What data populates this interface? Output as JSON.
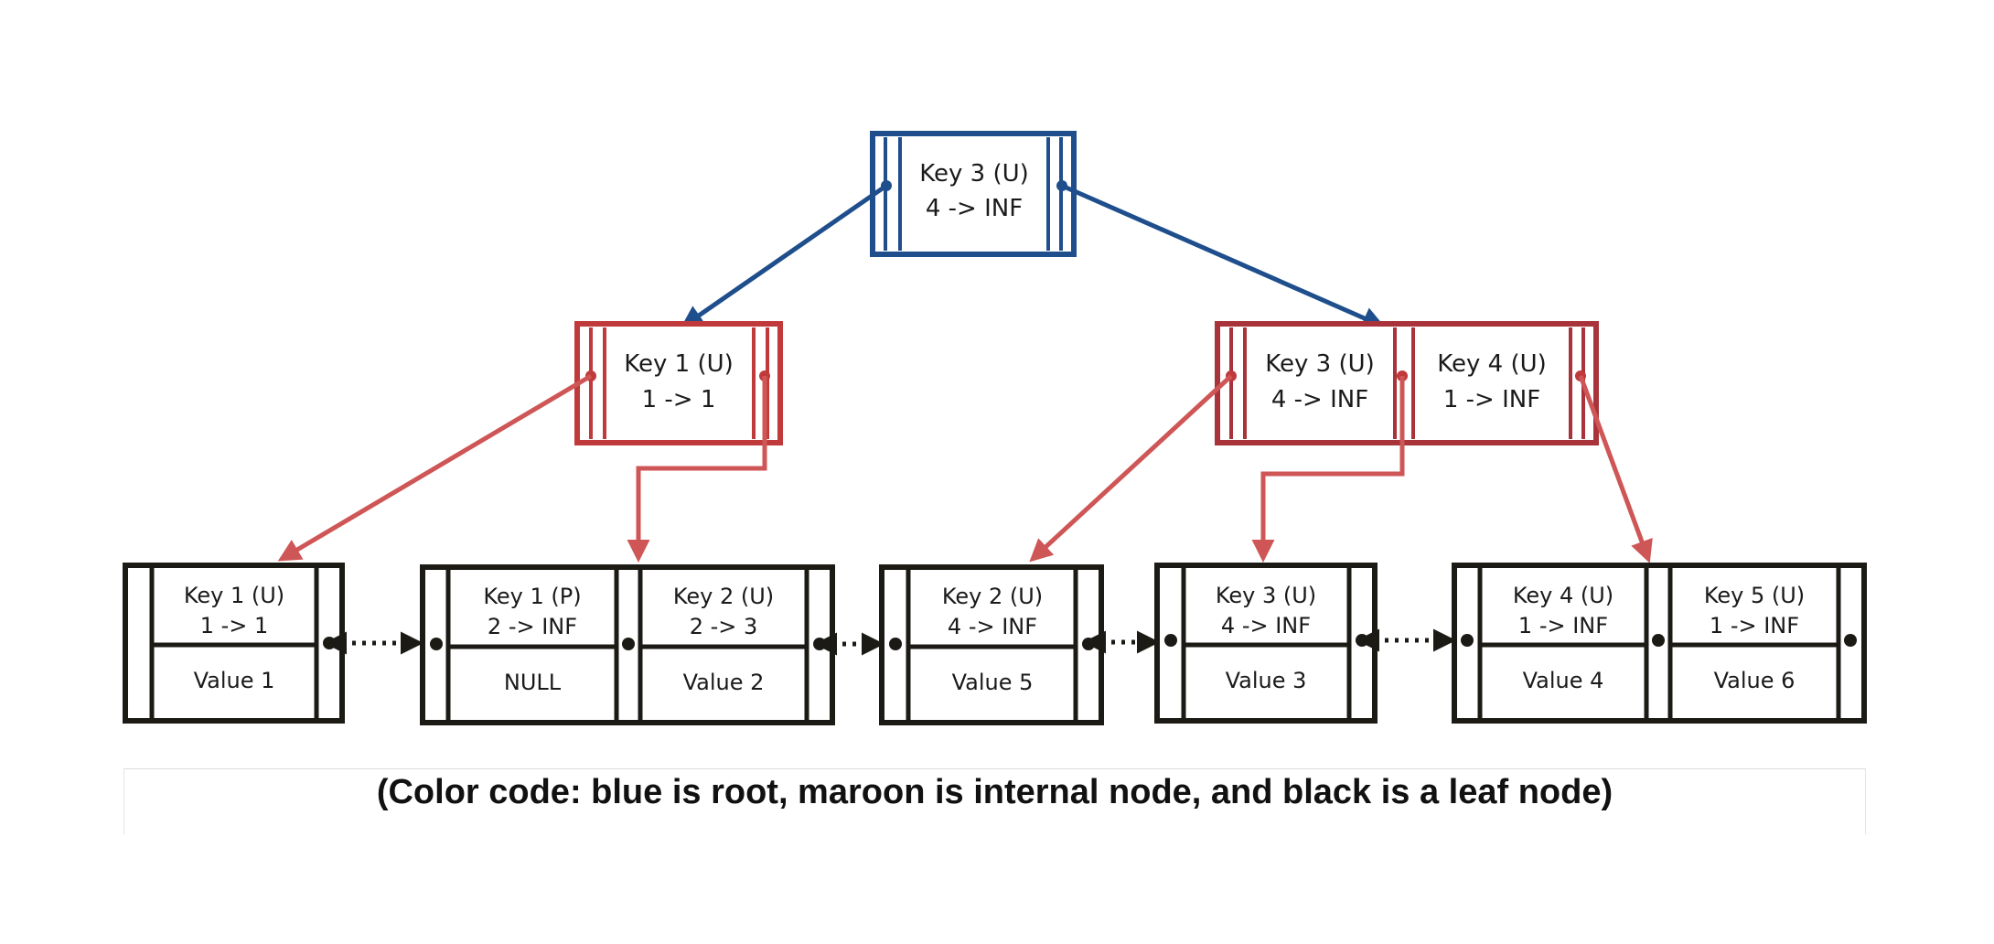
{
  "colors": {
    "root": "#1f4e8c",
    "internal": "#c0393b",
    "internal_dark": "#a8333a",
    "leaf": "#1c1a14",
    "arrow_internal": "#cf5656"
  },
  "root": {
    "key": "Key 3 (U)",
    "range": "4 -> INF"
  },
  "internal_left": {
    "key": "Key 1 (U)",
    "range": "1 -> 1"
  },
  "internal_right": {
    "entries": [
      {
        "key": "Key 3 (U)",
        "range": "4 -> INF"
      },
      {
        "key": "Key 4 (U)",
        "range": "1 -> INF"
      }
    ]
  },
  "leaves": [
    {
      "entries": [
        {
          "key": "Key 1 (U)",
          "range": "1 -> 1",
          "value": "Value 1"
        }
      ]
    },
    {
      "entries": [
        {
          "key": "Key 1 (P)",
          "range": "2 -> INF",
          "value": "NULL"
        },
        {
          "key": "Key 2 (U)",
          "range": "2 -> 3",
          "value": "Value 2"
        }
      ]
    },
    {
      "entries": [
        {
          "key": "Key 2 (U)",
          "range": "4 -> INF",
          "value": "Value 5"
        }
      ]
    },
    {
      "entries": [
        {
          "key": "Key 3 (U)",
          "range": "4 -> INF",
          "value": "Value 3"
        }
      ]
    },
    {
      "entries": [
        {
          "key": "Key 4 (U)",
          "range": "1 -> INF",
          "value": "Value 4"
        },
        {
          "key": "Key 5 (U)",
          "range": "1 -> INF",
          "value": "Value 6"
        }
      ]
    }
  ],
  "caption": "(Color code: blue is root, maroon is internal node, and black is a leaf node)"
}
